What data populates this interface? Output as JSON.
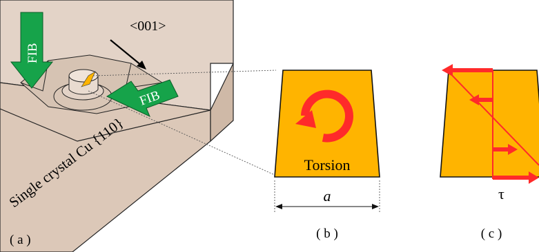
{
  "panel_a": {
    "direction_label": "<001>",
    "fib_label_top": "FIB",
    "fib_label_right": "FIB",
    "crystal_label": "Single crystal Cu {110}",
    "panel_label": "( a )"
  },
  "panel_b": {
    "torsion_label": "Torsion",
    "width_label": "a",
    "panel_label": "( b )"
  },
  "panel_c": {
    "stress_label": "τ",
    "panel_label": "( c )"
  },
  "colors": {
    "block_face": "#e3d3c7",
    "specimen": "#ffb400",
    "fib_arrow": "#16a34a",
    "torsion_arrow": "#ff2a2a",
    "outline": "#222222"
  }
}
